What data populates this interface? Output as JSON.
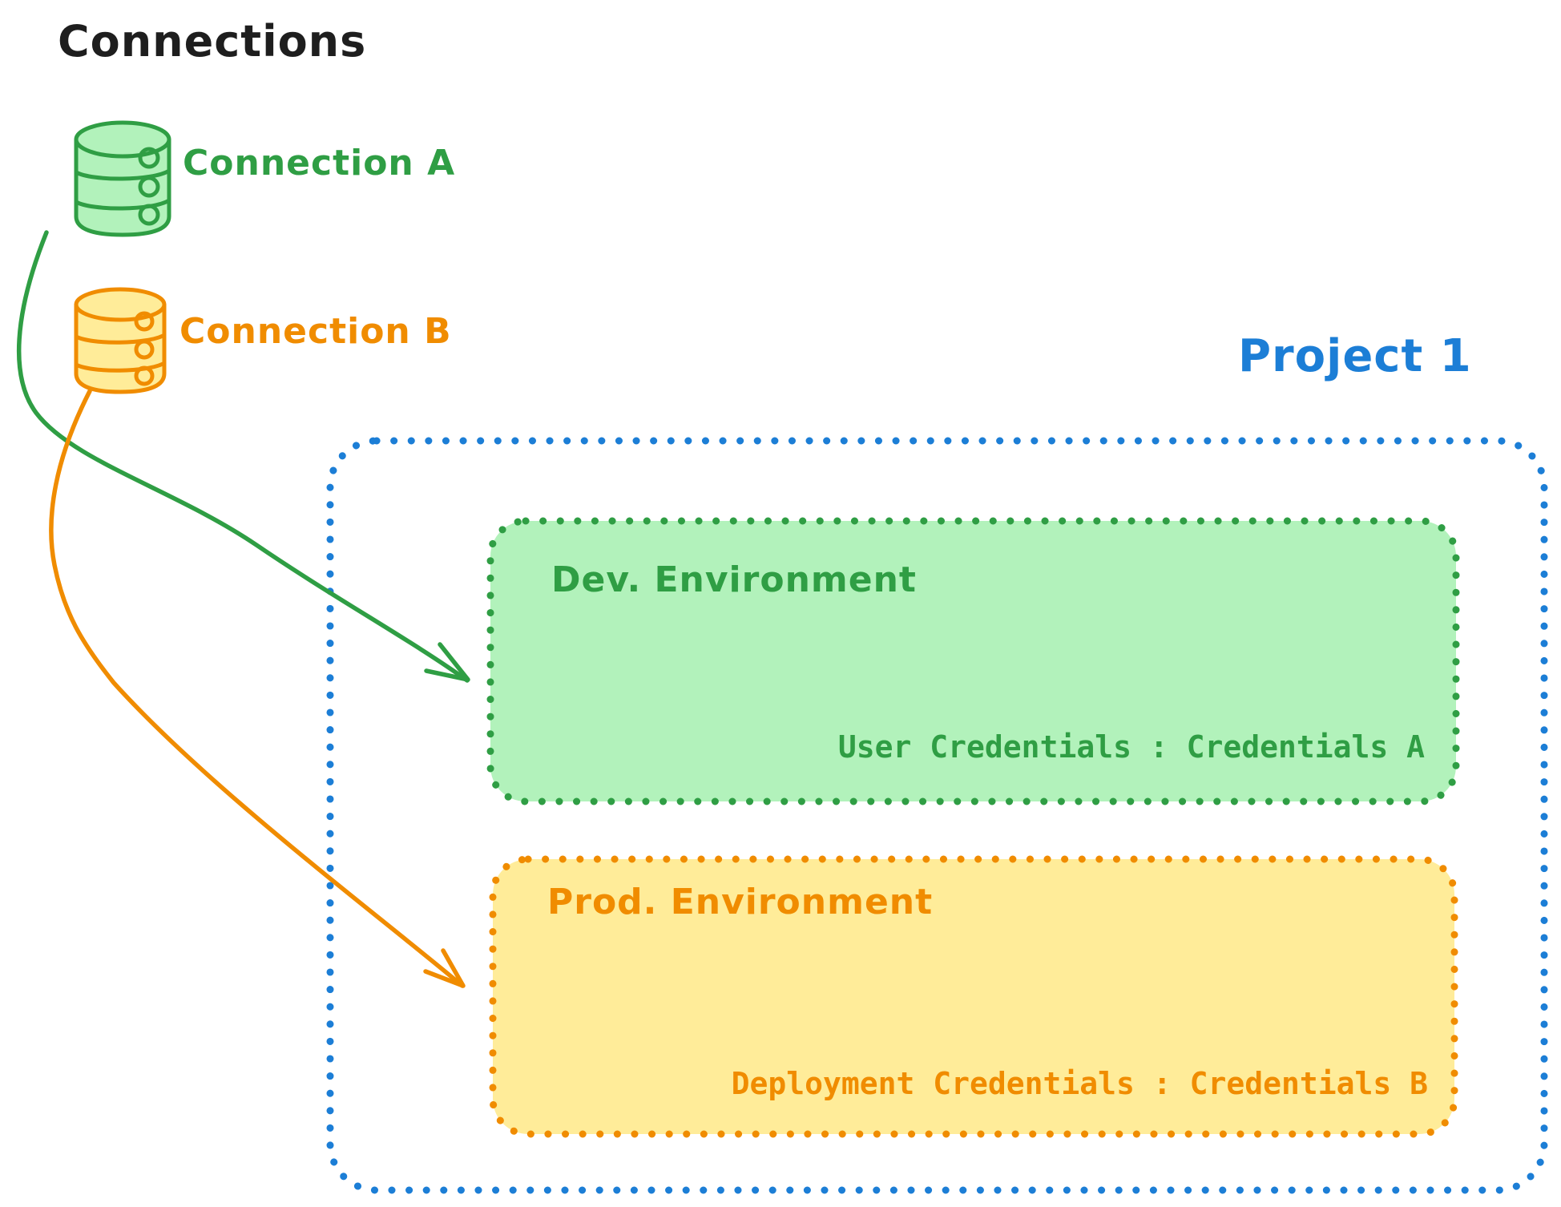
{
  "title": "Connections",
  "colors": {
    "black": "#1e1e1e",
    "green": "#2f9e44",
    "green_fill": "#b2f2bb",
    "orange": "#f08c00",
    "yellow_fill": "#ffec99",
    "blue": "#1c7ed6"
  },
  "connections": [
    {
      "label": "Connection A",
      "color": "#2f9e44",
      "icon": "database-cylinder-green"
    },
    {
      "label": "Connection B",
      "color": "#f08c00",
      "icon": "database-cylinder-orange"
    }
  ],
  "project": {
    "label": "Project 1",
    "environments": [
      {
        "name": "Dev. Environment",
        "credentials": "User Credentials : Credentials A",
        "accent": "#2f9e44",
        "fill": "#b2f2bb",
        "source_connection": "Connection A"
      },
      {
        "name": "Prod. Environment",
        "credentials": "Deployment Credentials : Credentials B",
        "accent": "#f08c00",
        "fill": "#ffec99",
        "source_connection": "Connection B"
      }
    ]
  }
}
